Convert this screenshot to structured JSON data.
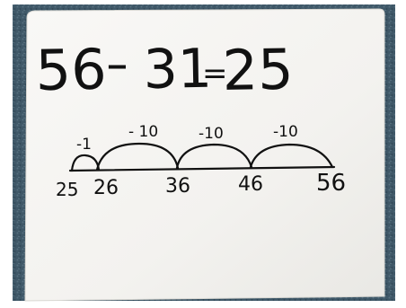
{
  "photo": {
    "equation": {
      "minuend": "56",
      "minus": "-",
      "subtrahend": "31",
      "equals": "=",
      "result": "25"
    },
    "number_line": {
      "points": [
        "25",
        "26",
        "36",
        "46",
        "56"
      ],
      "jumps": [
        "-1",
        "- 10",
        "-10",
        "-10"
      ]
    },
    "colors": {
      "carpet": "#3f5868",
      "whiteboard": "#f6f5f2",
      "marker": "#111111"
    }
  }
}
